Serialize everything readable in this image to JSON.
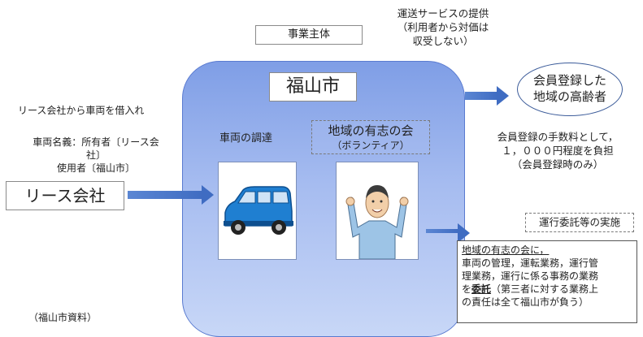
{
  "service_note": [
    "運送サービスの提供",
    "（利用者から対価は",
    "収受しない）"
  ],
  "entity_label": "事業主体",
  "city_name": "福山市",
  "member_bubble": [
    "会員登録した",
    "地域の高齢者"
  ],
  "lease_note": "リース会社から車両を借入れ",
  "vehicle_owner": [
    "車両名義：所有者〔リース会",
    "社〕",
    "使用者〔福山市〕"
  ],
  "procurement_label": "車両の調達",
  "volunteer_group": {
    "name": "地域の有志の会",
    "sub": "（ボランティア）"
  },
  "fee_note": [
    "会員登録の手数料として，",
    "１，０００円程度を負担",
    "（会員登録時のみ）"
  ],
  "lease_company": "リース会社",
  "operation_label": "運行委託等の実施",
  "delegation_text": {
    "line1": "地域の有志の会に，",
    "line2": "車両の管理，運転業務，運行管",
    "line3": "理業務，運行に係る事務の業務",
    "line4_prefix": "を",
    "line4_em": "委託",
    "line4_suffix": "（第三者に対する業務上",
    "line5": "の責任は全て福山市が負う）"
  },
  "source_note": "（福山市資料）",
  "colors": {
    "panel": "#8aa6ea",
    "arrow": "#4472c4",
    "car": "#1f7fd1"
  }
}
